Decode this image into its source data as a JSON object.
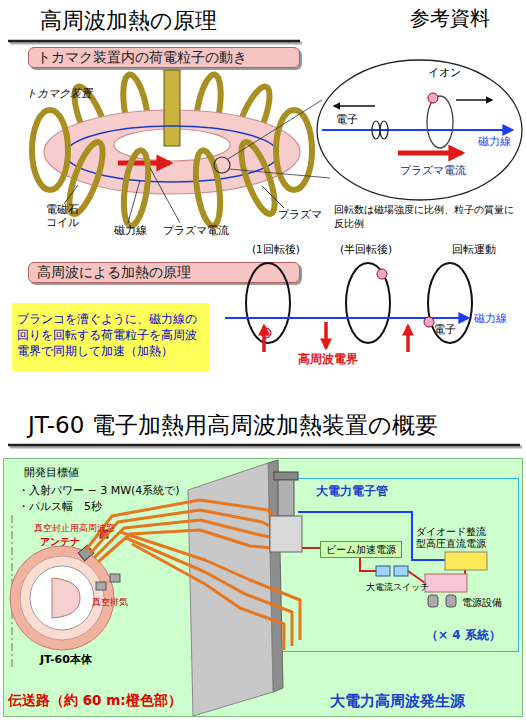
{
  "diagram": {
    "title": "高周波加熱の原理",
    "nodes": [
      {
        "text": [
          "トカマク装置内の荷電粒子の動き"
        ]
      },
      {
        "text": [
          "イオン",
          "電子",
          "磁力線",
          "プラズマ電流"
        ]
      },
      {
        "text": [
          "高周波による加熱の原理"
        ]
      },
      {
        "text": [
          "ブランコを漕ぐように、磁力線の回りを回転する荷電粒子を高周波電界で同期して加速（加熱）"
        ]
      },
      {
        "text": [
          "開発目標値",
          "・入射パワー − 3 MW(4系統で)",
          "・パルス幅　5秒"
        ]
      },
      {
        "text": [
          "（× 4 系統）",
          "大電力高周波発生源"
        ],
        "in": 4
      },
      {
        "text": [
          "ビーム加速電源"
        ],
        "in": 5
      }
    ],
    "labels": [
      "参考資料",
      "トカマク装置",
      "電磁石 コイル",
      "磁力線",
      "プラズマ電流",
      "プラズマ",
      "回転数は磁場強度に比例、粒子の質量に反比例",
      "(1回転後)",
      "(半回転後)",
      "回転運動",
      "電子",
      "磁力線",
      "高周波電界",
      "JT-60 電子加熱用高周波加熱装置の概要",
      "真空封止用高周波窓",
      "アンテナ",
      "真空排気",
      "JT-60本体",
      "伝送路（約 60 m:橙色部）",
      "大電力電子管",
      "ダイオード整流型高圧直流電源",
      "大電流スイッチ",
      "電源設備"
    ]
  }
}
